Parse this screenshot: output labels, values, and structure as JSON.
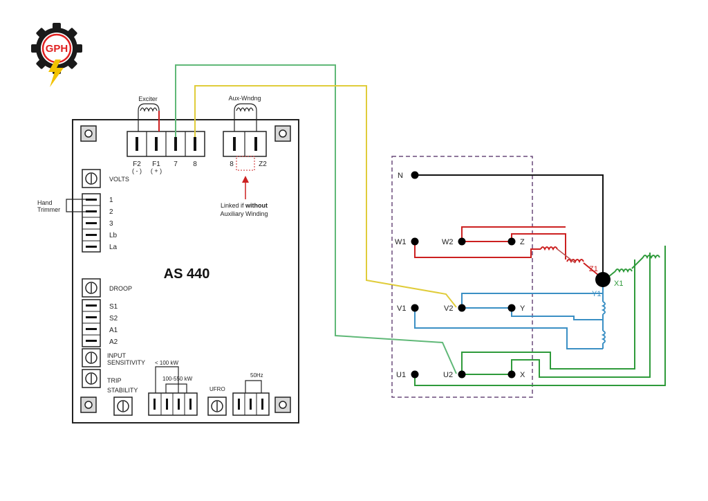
{
  "logo": {
    "text": "GPH"
  },
  "avr": {
    "model": "AS 440",
    "top_terminals": {
      "f2": "F2",
      "f2_sign": "( - )",
      "f1": "F1",
      "f1_sign": "( + )",
      "t7": "7",
      "t8": "8"
    },
    "exciter_label": "Exciter",
    "aux_label": "Aux-Wndng",
    "aux_terminals": {
      "t8": "8",
      "z2": "Z2"
    },
    "linked_note_pre": "Linked if ",
    "linked_note_bold": "without",
    "linked_note_line2": "Auxiliary Winding",
    "volts_label": "VOLTS",
    "hand_trimmer": [
      "Hand",
      "Trimmer"
    ],
    "trimmer_terminals": [
      "1",
      "2",
      "3",
      "Lb",
      "La"
    ],
    "droop_label": "DROOP",
    "droop_terminals": [
      "S1",
      "S2",
      "A1",
      "A2"
    ],
    "input_sensitivity": [
      "INPUT",
      "SENSITIVITY"
    ],
    "trip_label": "TRIP",
    "stability_label": "STABILITY",
    "range_low": "< 100 kW",
    "range_high": "100-550 kW",
    "ufro_label": "UFRO",
    "hz_label": "50Hz"
  },
  "alternator": {
    "terminals": {
      "n": "N",
      "w1": "W1",
      "w2": "W2",
      "z": "Z",
      "v1": "V1",
      "v2": "V2",
      "y": "Y",
      "u1": "U1",
      "u2": "U2",
      "x": "X"
    },
    "winding_labels": {
      "z1": "Z1",
      "y1": "Y1",
      "x1": "X1"
    }
  },
  "colors": {
    "red_phase": "#cc2020",
    "blue_phase": "#3a8fc4",
    "green_phase": "#2e9a3a",
    "yellow_wire": "#e0cc3a",
    "green_wire": "#5fb877",
    "neutral": "#111111",
    "brand_gear": "#1a1a1a",
    "brand_logo": "#e02020",
    "bolt": "#f2c200",
    "dashed_box": "#6a4a7a"
  }
}
